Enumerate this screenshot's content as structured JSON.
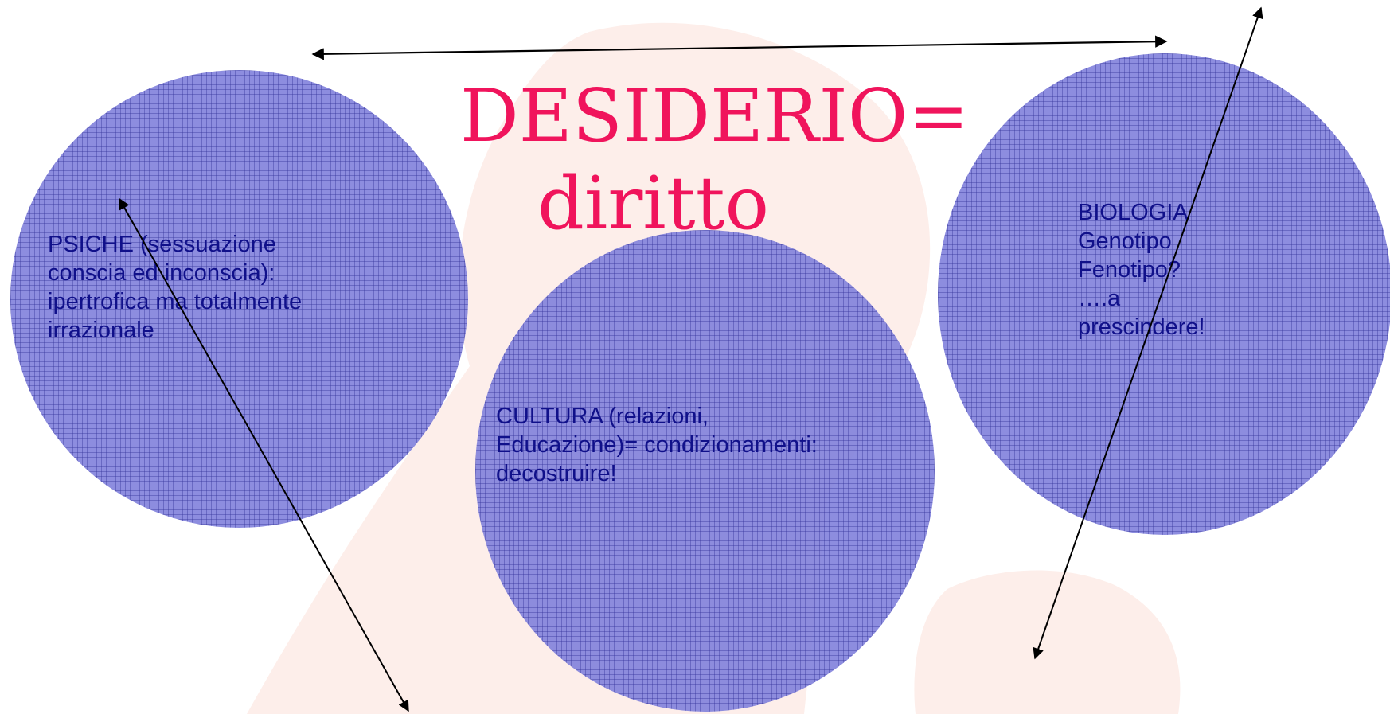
{
  "title": {
    "line1": "DESIDERIO=",
    "line2": "diritto"
  },
  "psiche": {
    "lines": [
      "PSICHE (sessuazione",
      "conscia ed inconscia):",
      "ipertrofica ma totalmente",
      "irrazionale"
    ]
  },
  "cultura": {
    "lines": [
      "CULTURA (relazioni,",
      "Educazione)= condizionamenti:",
      "decostruire!"
    ]
  },
  "biologia": {
    "lines": [
      "BIOLOGIA",
      "Genotipo",
      "Fenotipo?",
      "….a",
      "prescindere!"
    ]
  },
  "colors": {
    "title": "#f0145c",
    "circle_fill": "#8585dd",
    "label_text": "#10108a",
    "background_art": "#fdeeea",
    "arrows": "#000000"
  }
}
